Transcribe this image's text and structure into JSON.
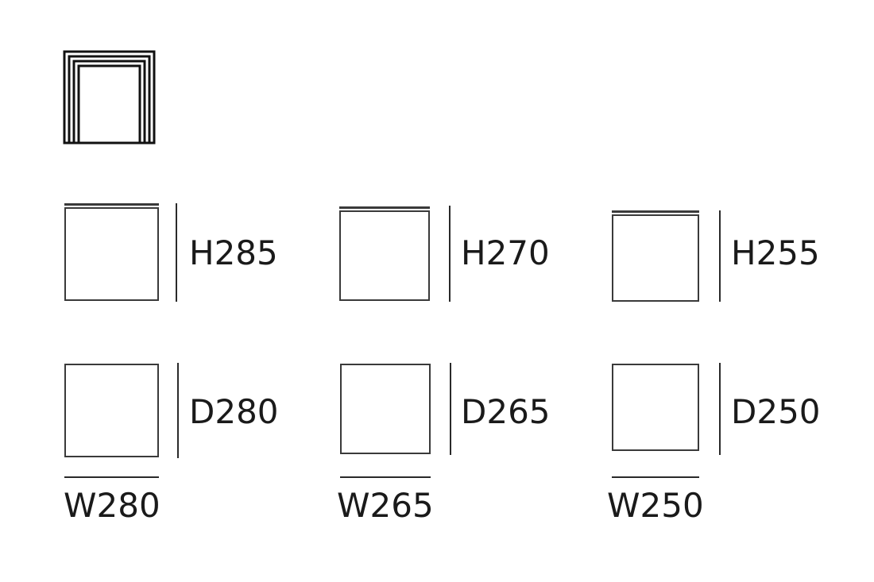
{
  "icon": {
    "name": "nesting-tables-icon"
  },
  "tables": [
    {
      "height": "H285",
      "depth": "D280",
      "width": "W280"
    },
    {
      "height": "H270",
      "depth": "D265",
      "width": "W265"
    },
    {
      "height": "H255",
      "depth": "D250",
      "width": "W250"
    }
  ]
}
